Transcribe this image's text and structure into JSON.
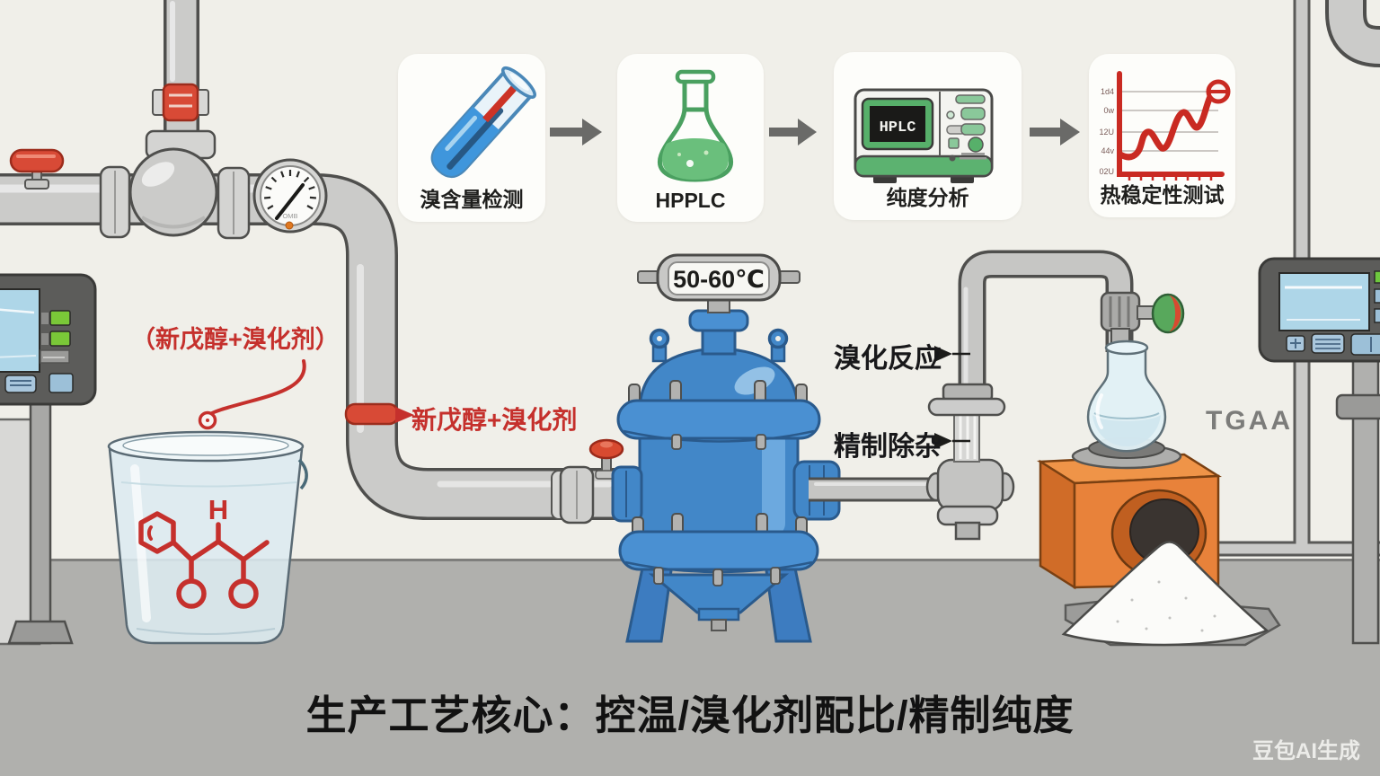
{
  "palette": {
    "wall": "#f0efe9",
    "floor": "#b0b0ad",
    "pipe_grey": "#cbcbc9",
    "reactor_blue": "#4287c8",
    "accent_red": "#c5302c",
    "accent_green": "#5cb270",
    "block_orange": "#e8823a",
    "panel_dark": "#5c5c5a",
    "screen_blue": "#aed6e8"
  },
  "process_flow": {
    "cards": [
      {
        "label": "溴含量检测",
        "icon": "test-tube-icon"
      },
      {
        "label": "HPPLC",
        "icon": "flask-icon"
      },
      {
        "label": "纯度分析",
        "icon": "hplc-instrument-icon",
        "screen_text": "HPLC"
      },
      {
        "label": "热稳定性测试",
        "icon": "line-chart-icon"
      }
    ]
  },
  "chart_data": {
    "type": "line",
    "title": "热稳定性测试",
    "y_tick_labels": [
      "1d4",
      "0w",
      "12U",
      "44v",
      "02U"
    ],
    "x_tick_count": 8,
    "grid": true,
    "legend": false,
    "series": [
      {
        "name": "热稳定性",
        "color": "#c9281f",
        "y_norm": [
          0.22,
          0.2,
          0.45,
          0.28,
          0.62,
          0.48,
          0.85,
          0.98
        ]
      }
    ]
  },
  "equipment": {
    "reactor_temp_label": "50-60℃",
    "gauge_text": "OMB",
    "tga_label": "TGAA"
  },
  "annotations": {
    "bucket_callout": "（新戊醇+溴化剂）",
    "pipe_flow_label": "新戊醇+溴化剂",
    "bromination_label": "溴化反应",
    "refining_label": "精制除杂",
    "molecule_hydrogen": "H"
  },
  "headline": "生产工艺核心：控温/溴化剂配比/精制纯度",
  "watermark": "豆包AI生成"
}
